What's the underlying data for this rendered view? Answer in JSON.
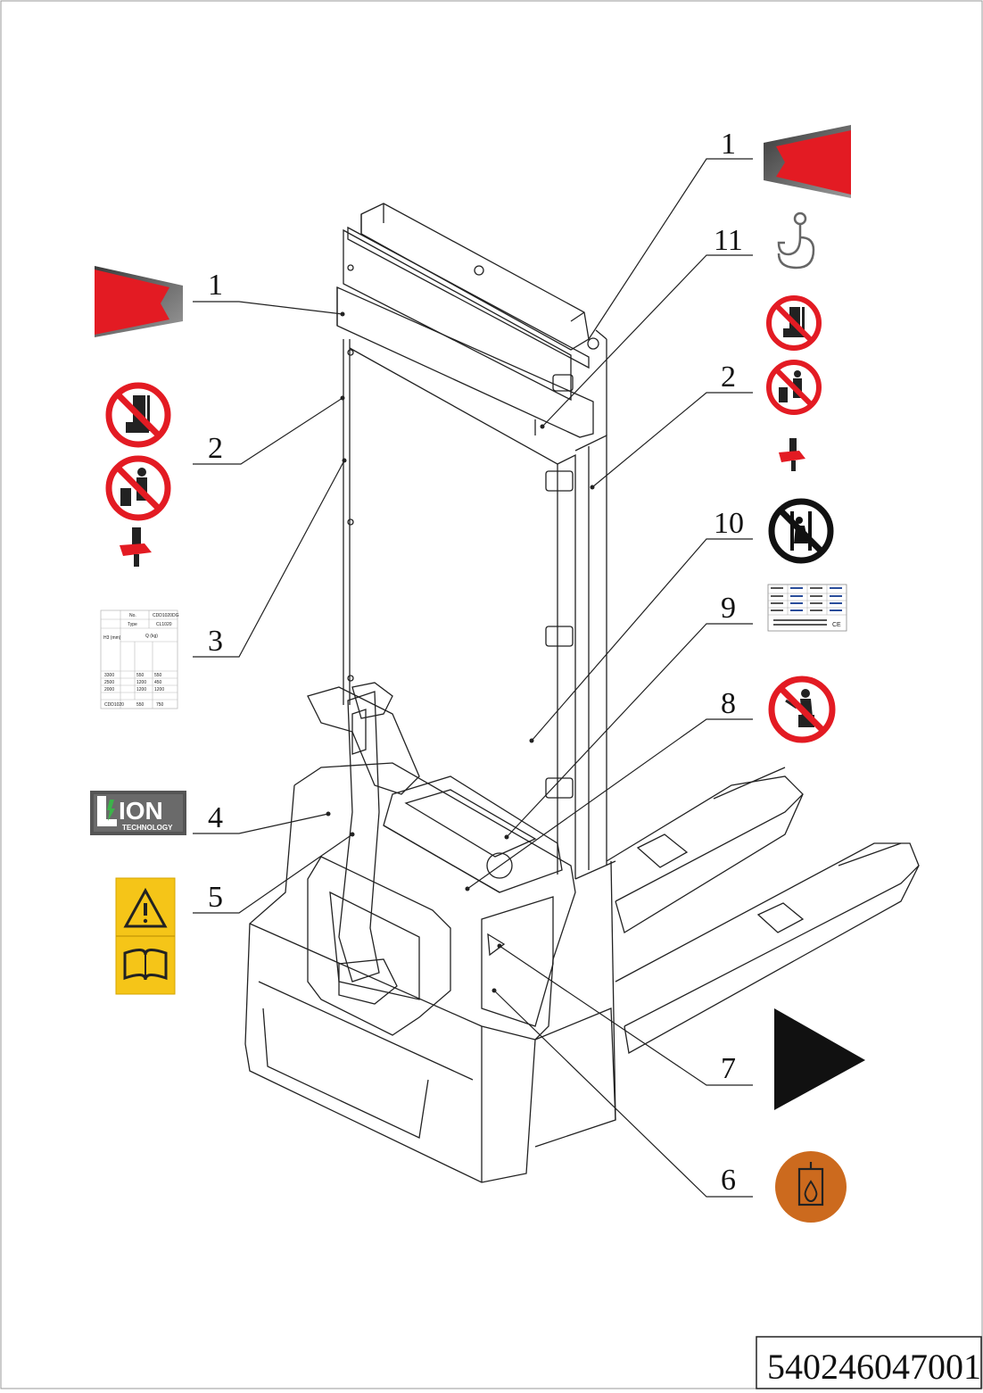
{
  "callouts": {
    "left_1": "1",
    "left_2": "2",
    "left_3": "3",
    "left_4": "4",
    "left_5": "5",
    "right_1": "1",
    "right_11": "11",
    "right_2": "2",
    "right_10": "10",
    "right_9": "9",
    "right_8": "8",
    "right_7": "7",
    "right_6": "6"
  },
  "lion_logo": {
    "main": "ION",
    "sub": "TECHNOLOGY"
  },
  "load_chart": {
    "col_no": "No.",
    "col_type": "Type",
    "no_value": "CDD1020DG",
    "type_value": "CL1020",
    "row_label": "H3 (mm)",
    "q_header": "Q (kg)",
    "rows": [
      [
        "3300",
        "550",
        "550"
      ],
      [
        "2500",
        "1200",
        "450"
      ],
      [
        "2000",
        "1200",
        "1200"
      ]
    ],
    "footer": [
      "CDD1020",
      "550",
      "750"
    ]
  },
  "nameplate": {
    "ce_mark": "CE"
  },
  "document_number": "540246047001",
  "colors": {
    "warning_red": "#e31b23",
    "label_yellow": "#f5c518",
    "orange": "#cc6a1e",
    "line": "#222222"
  }
}
